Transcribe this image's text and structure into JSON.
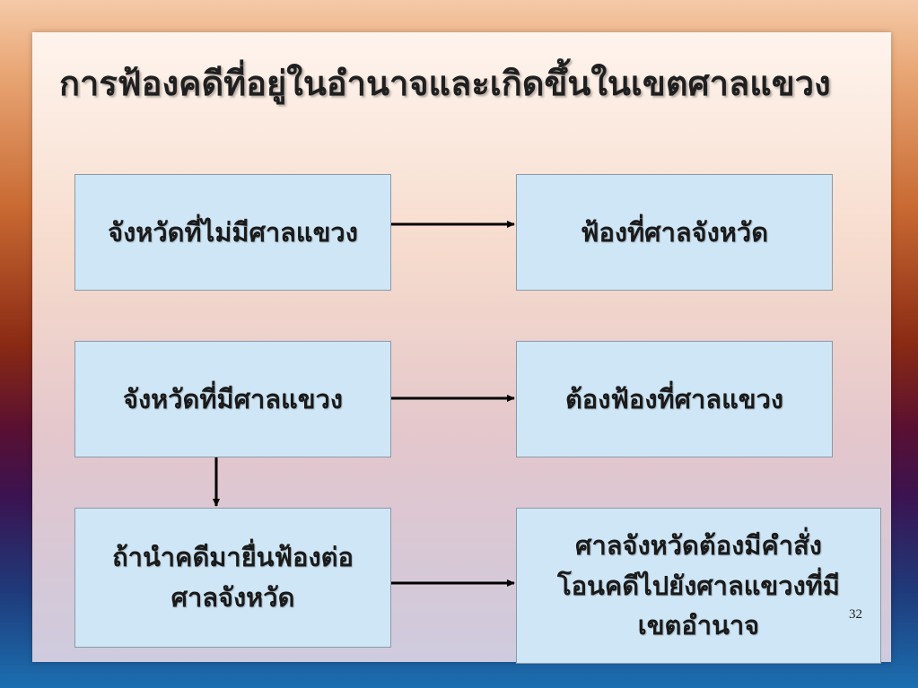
{
  "slide": {
    "title": "การฟ้องคดีที่อยู่ในอำนาจและเกิดขึ้นในเขตศาลแขวง",
    "page_number": "32"
  },
  "nodes": {
    "left_1": {
      "lines": [
        "จังหวัดที่ไม่มีศาลแขวง"
      ]
    },
    "right_1": {
      "lines": [
        "ฟ้องที่ศาลจังหวัด"
      ]
    },
    "left_2": {
      "lines": [
        "จังหวัดที่มีศาลแขวง"
      ]
    },
    "right_2": {
      "lines": [
        "ต้องฟ้องที่ศาลแขวง"
      ]
    },
    "left_3": {
      "lines": [
        "ถ้านำคดีมายื่นฟ้องต่อ",
        "ศาลจังหวัด"
      ]
    },
    "right_3": {
      "lines": [
        "ศาลจังหวัดต้องมีคำสั่ง",
        "โอนคดีไปยังศาลแขวงที่มี",
        "เขตอำนาจ"
      ]
    }
  },
  "edges": [
    {
      "from": "left_1",
      "to": "right_1"
    },
    {
      "from": "left_2",
      "to": "right_2"
    },
    {
      "from": "left_2",
      "to": "left_3"
    },
    {
      "from": "left_3",
      "to": "right_3"
    }
  ],
  "colors": {
    "box_fill": "#cfe6f6",
    "box_border": "#8a9aa8",
    "arrow": "#000000",
    "text": "#1a1a1a"
  }
}
